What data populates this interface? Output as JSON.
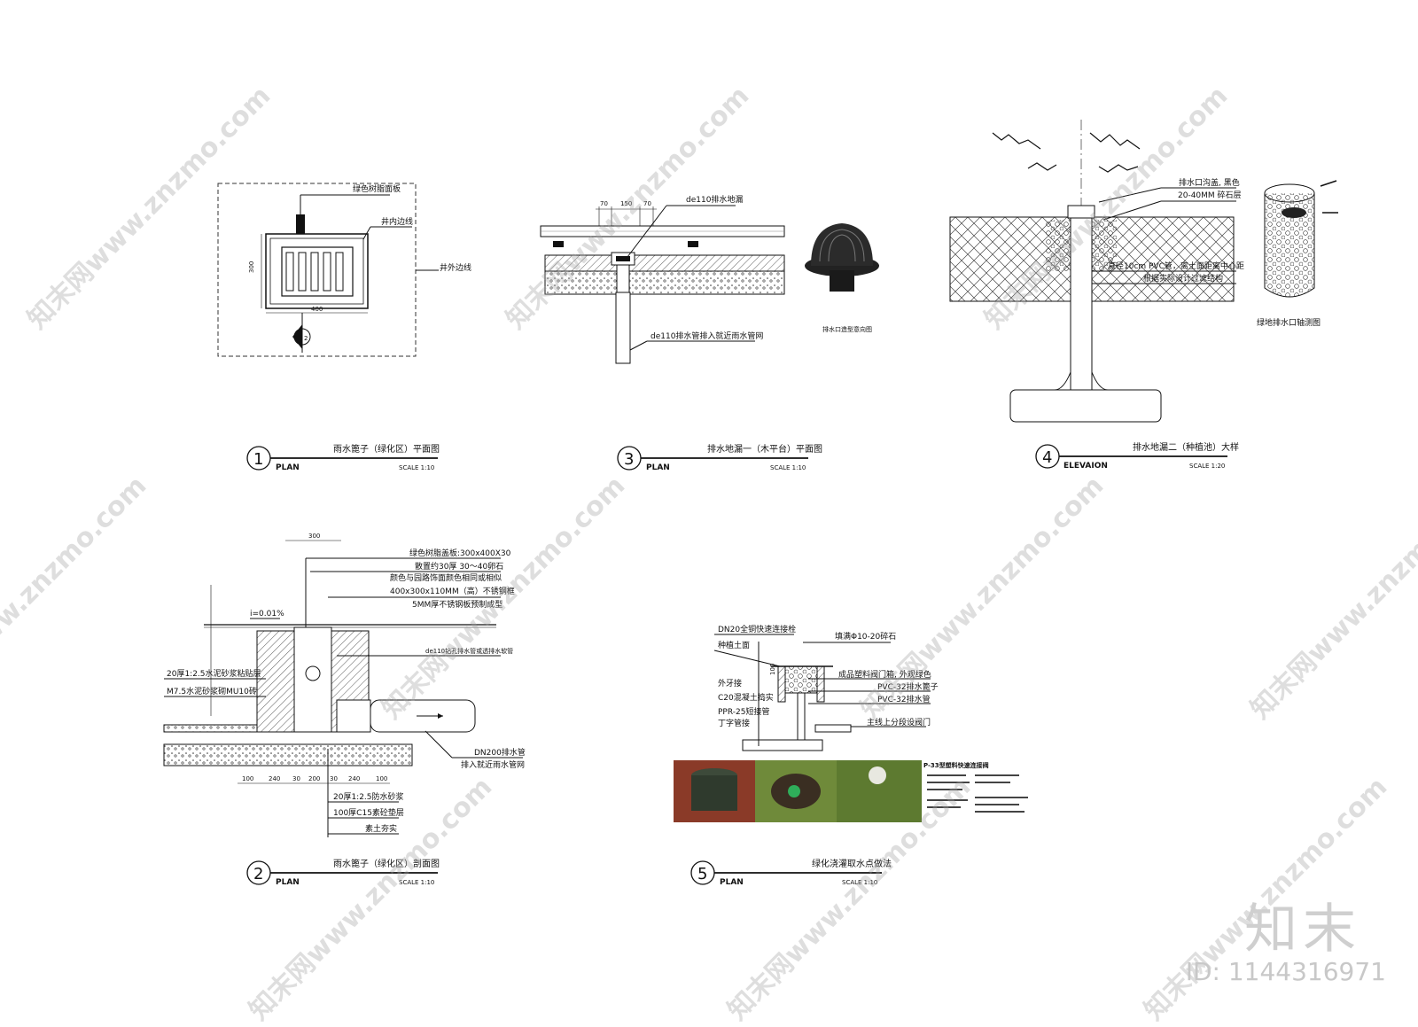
{
  "watermark_text": "知末网www.znzmo.com",
  "brand": "知末",
  "image_id": "ID: 1144316971",
  "d1": {
    "label_cover": "绿色树脂面板",
    "label_inner": "井内边线",
    "label_outer": "井外边线",
    "dim_w": "400",
    "dim_h": "300",
    "section_mark": "2",
    "num": "1",
    "title": "雨水篦子（绿化区）平面图",
    "sub": "PLAN",
    "scale": "SCALE 1:10"
  },
  "d2": {
    "dim_top": "300",
    "slope": "i=0.01%",
    "l1": "绿色树脂盖板:300x400X30",
    "l2": "散置约30厚 30～40卵石",
    "l3": "颜色与园路饰面颜色相同或相似",
    "l4": "400x300x110MM（高）不锈钢框",
    "l5": "5MM厚不锈钢板预制成型",
    "l6": "de110钻孔排水管或透排水软管",
    "l7": "20厚1:2.5水泥砂浆粘贴层",
    "l8": "M7.5水泥砂浆砌MU10砖",
    "l9": "DN200排水管",
    "l10": "排入就近雨水管网",
    "dims": [
      "100",
      "240",
      "30",
      "200",
      "30",
      "240",
      "100"
    ],
    "b1": "20厚1:2.5防水砂浆",
    "b2": "100厚C15素砼垫层",
    "b3": "素土夯实",
    "num": "2",
    "title": "雨水篦子（绿化区）剖面图",
    "sub": "PLAN",
    "scale": "SCALE 1:10"
  },
  "d3": {
    "dims": [
      "70",
      "150",
      "70"
    ],
    "label_drain": "de110排水地漏",
    "label_pipe": "de110排水管排入就近雨水管网",
    "photo_caption": "排水口造型意向图",
    "num": "3",
    "title": "排水地漏一（木平台）平面图",
    "sub": "PLAN",
    "scale": "SCALE 1:10"
  },
  "d4": {
    "l1": "排水口沟盖, 黑色",
    "l2": "20-40MM 碎石层",
    "l3": "直径10cm PVC管，离土面距离中心距",
    "l4": "根据实际设计过滤结构",
    "axon_caption": "绿地排水口轴测图",
    "num": "4",
    "title": "排水地漏二（种植池）大样",
    "sub": "ELEVAION",
    "scale": "SCALE 1:20"
  },
  "d5": {
    "l1": "DN20全铜快速连接栓",
    "l2": "种植土面",
    "l3": "外牙接",
    "l4": "C20混凝土捣实",
    "l5": "PPR-25短接管",
    "l6": "丁字管接",
    "r1": "填满Φ10-20碎石",
    "r2": "成品塑料阀门箱, 外观绿色",
    "r3": "PVC-32排水篦子",
    "r4": "PVC-32排水管",
    "r5": "主线上分段设阀门",
    "dim": "100",
    "spec_title": "P-33型塑料快速连接阀",
    "num": "5",
    "title": "绿化浇灌取水点做法",
    "sub": "PLAN",
    "scale": "SCALE 1:10"
  }
}
